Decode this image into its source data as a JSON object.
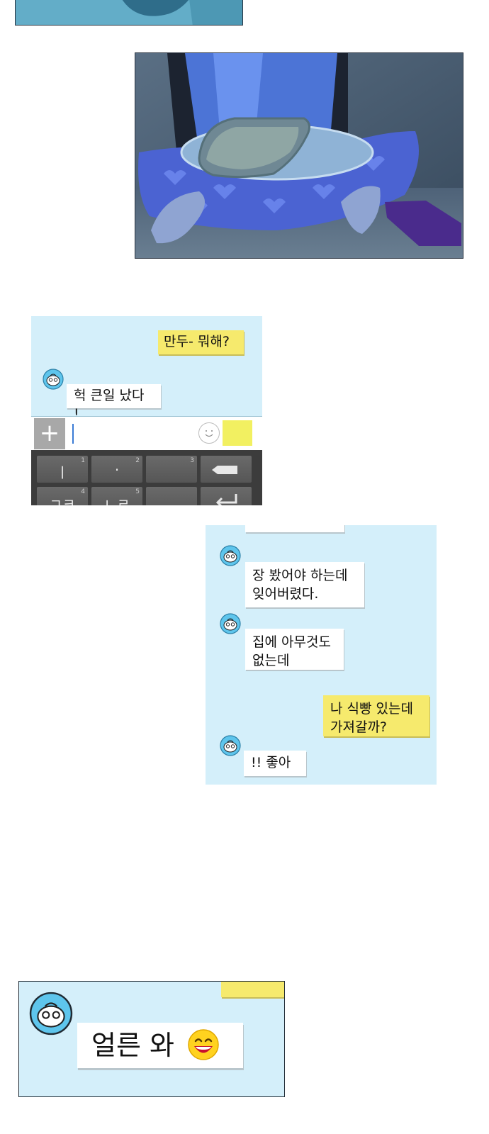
{
  "chat1": {
    "messages": [
      {
        "side": "right",
        "color": "yellow",
        "text": "만두- 뭐해?"
      },
      {
        "side": "left",
        "color": "white",
        "text": "헉 큰일 났다 !"
      }
    ],
    "input": {
      "plus": "+"
    },
    "keys": [
      {
        "glyph": "ㅣ",
        "num": "1"
      },
      {
        "glyph": "·",
        "num": "2"
      },
      {
        "glyph": "",
        "num": "3"
      },
      {
        "glyph": "",
        "num": ""
      },
      {
        "glyph": "ㄱㅋ",
        "num": "4"
      },
      {
        "glyph": "ㄴㄹ",
        "num": "5"
      },
      {
        "glyph": "",
        "num": ""
      },
      {
        "glyph": "",
        "num": ""
      }
    ]
  },
  "chat2": {
    "messages": [
      {
        "side": "left",
        "color": "white",
        "text": "장 봤어야 하는데\n잊어버렸다."
      },
      {
        "side": "left",
        "color": "white",
        "text": "집에 아무것도\n없는데"
      },
      {
        "side": "right",
        "color": "yellow",
        "text": "나 식빵 있는데\n가져갈까?"
      },
      {
        "side": "left",
        "color": "white",
        "text": "!! 좋아"
      }
    ]
  },
  "chat3": {
    "messages": [
      {
        "side": "left",
        "color": "white",
        "text": "얼른 와"
      }
    ],
    "emoji": "laughing-face-icon"
  },
  "colors": {
    "chat_bg": "#d4effa",
    "yellow_bubble": "#f6ea6d",
    "white_bubble": "#ffffff"
  }
}
